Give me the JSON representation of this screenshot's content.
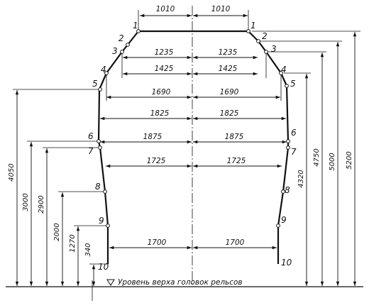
{
  "horizontal_dimensions": [
    {
      "left": "1010",
      "right": "1010"
    },
    {
      "left": "1235",
      "right": "1235"
    },
    {
      "left": "1425",
      "right": "1425"
    },
    {
      "left": "1690",
      "right": "1690"
    },
    {
      "left": "1825",
      "right": "1825"
    },
    {
      "left": "1875",
      "right": "1875"
    },
    {
      "left": "1725",
      "right": "1725"
    },
    {
      "left": "1700",
      "right": "1700"
    }
  ],
  "left_vertical_dimensions": [
    "4050",
    "3000",
    "2900",
    "2000",
    "1270",
    "340"
  ],
  "right_vertical_dimensions": [
    "4320",
    "4750",
    "5000",
    "5200"
  ],
  "point_labels": [
    "1",
    "2",
    "3",
    "4",
    "5",
    "6",
    "7",
    "8",
    "9",
    "10"
  ],
  "caption": "Уровень верха головок рельсов"
}
